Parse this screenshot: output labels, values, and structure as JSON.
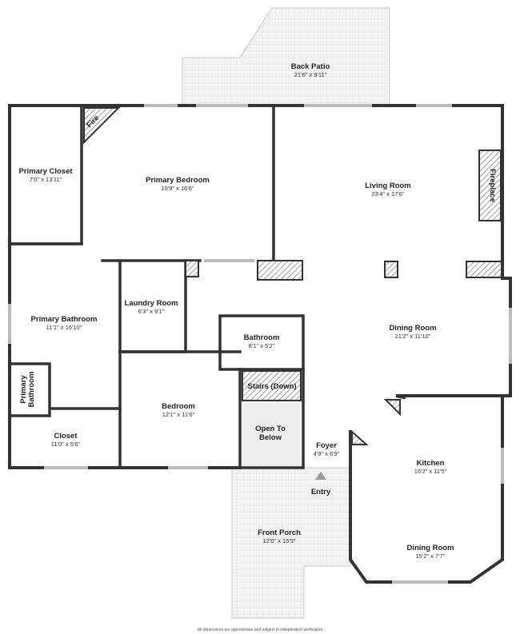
{
  "rooms": {
    "back_patio": {
      "name": "Back Patio",
      "dims": "21'6\" x 9'11\""
    },
    "primary_closet": {
      "name": "Primary Closet",
      "dims": "7'0\" x 13'11\""
    },
    "fire": {
      "name": "Fire"
    },
    "primary_bedroom": {
      "name": "Primary Bedroom",
      "dims": "19'9\" x 16'6\""
    },
    "living_room": {
      "name": "Living Room",
      "dims": "23'4\" x 17'6\""
    },
    "fireplace": {
      "name": "Fireplace"
    },
    "laundry_room": {
      "name": "Laundry Room",
      "dims": "6'3\" x 9'1\""
    },
    "primary_bathroom": {
      "name": "Primary Bathroom",
      "dims": "11'1\" x 16'10\""
    },
    "primary_bathroom_small": {
      "name_line1": "Primary",
      "name_line2": "Bathroom"
    },
    "bathroom": {
      "name": "Bathroom",
      "dims": "8'1\" x 5'2\""
    },
    "dining_room": {
      "name": "Dining Room",
      "dims": "21'2\" x 11'10\""
    },
    "stairs": {
      "name": "Stairs (Down)"
    },
    "bedroom": {
      "name": "Bedroom",
      "dims": "12'1\" x 11'6\""
    },
    "closet": {
      "name": "Closet",
      "dims": "11'0\" x 5'6\""
    },
    "open_to_below": {
      "name_line1": "Open To",
      "name_line2": "Below"
    },
    "foyer": {
      "name": "Foyer",
      "dims": "4'9\" x 6'9\""
    },
    "kitchen": {
      "name": "Kitchen",
      "dims": "15'2\" x 11'5\""
    },
    "entry": {
      "name": "Entry"
    },
    "front_porch": {
      "name": "Front Porch",
      "dims": "12'0\" x 15'5\""
    },
    "dining_room_2": {
      "name": "Dining Room",
      "dims": "15'2\" x 7'7\""
    }
  },
  "footer": {
    "disclaimer": "All dimensions are approximate and subject to independent verification"
  },
  "colors": {
    "wall": "#333333",
    "paving": "#f2f2f2",
    "hatch": "#888888",
    "window": "#bbbbbb"
  }
}
